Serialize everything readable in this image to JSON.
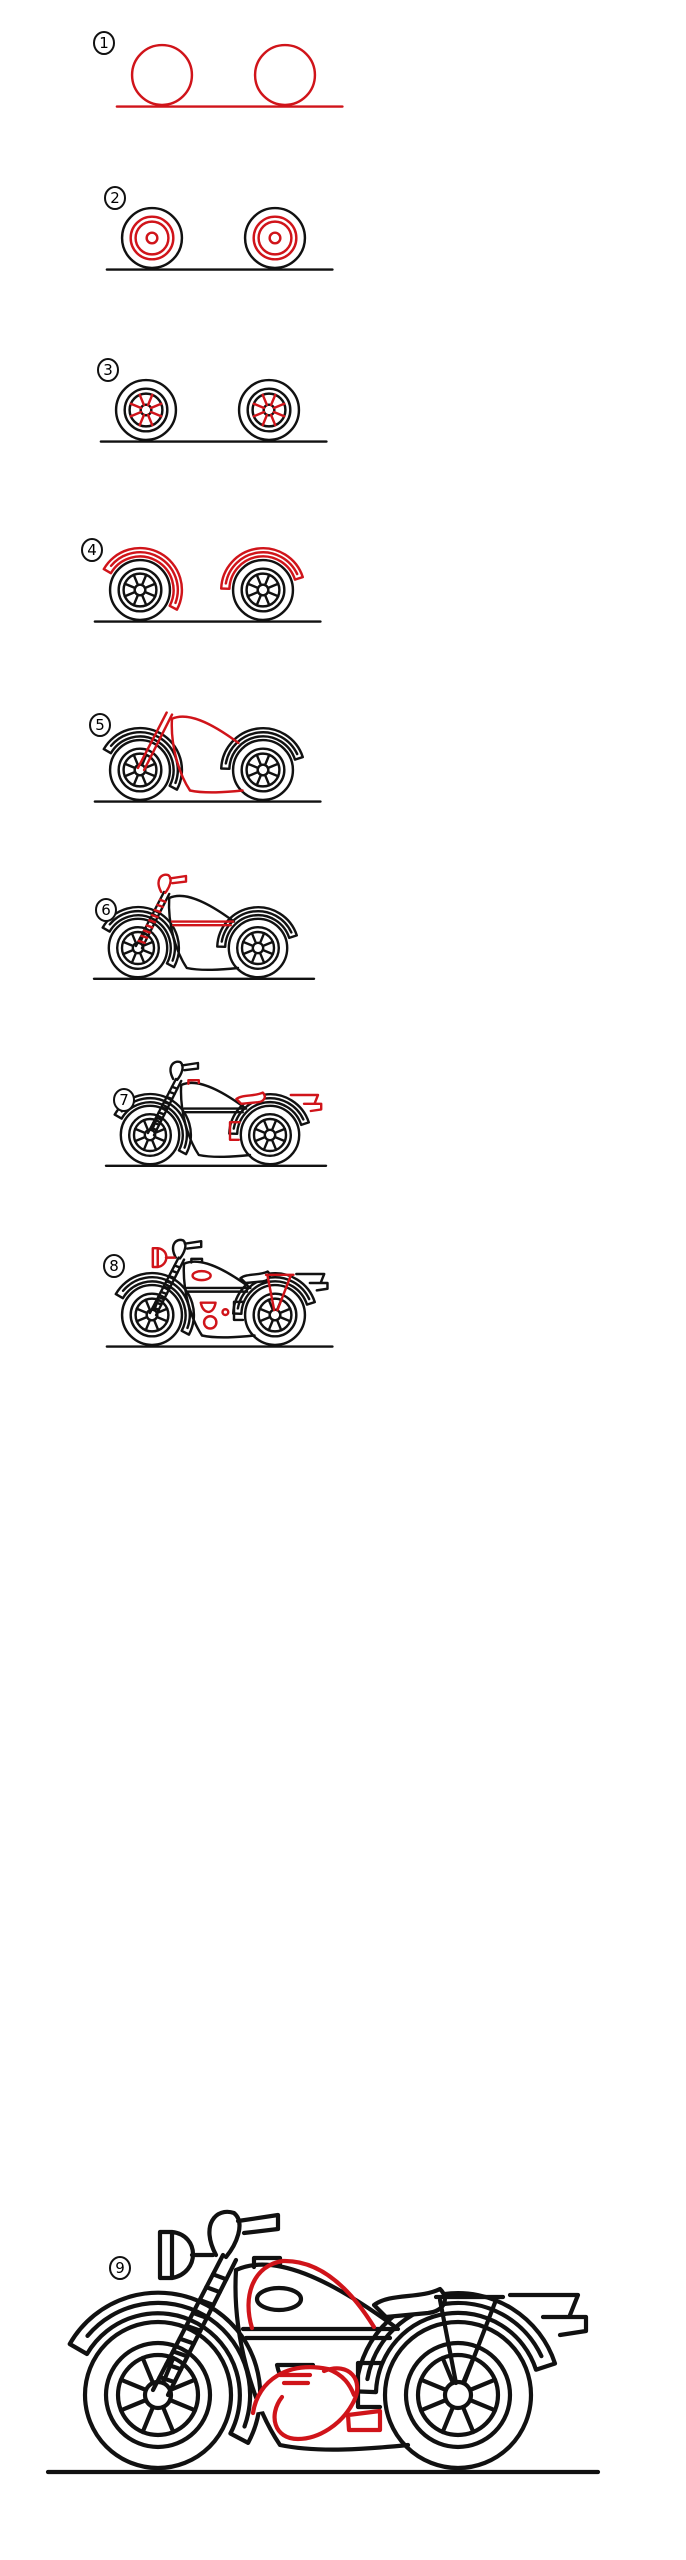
{
  "colors": {
    "line": "#111111",
    "new_part": "#d0141a",
    "background": "#ffffff"
  },
  "steps": [
    {
      "number": "1",
      "new_parts": [
        "ground",
        "tires"
      ]
    },
    {
      "number": "2",
      "new_parts": [
        "wheel-rings"
      ]
    },
    {
      "number": "3",
      "new_parts": [
        "spokes"
      ]
    },
    {
      "number": "4",
      "new_parts": [
        "fenders"
      ]
    },
    {
      "number": "5",
      "new_parts": [
        "fork",
        "body"
      ]
    },
    {
      "number": "6",
      "new_parts": [
        "handlebar",
        "fork-stripes",
        "frame-line"
      ]
    },
    {
      "number": "7",
      "new_parts": [
        "tank-cap",
        "seat",
        "rear-rack",
        "side-box"
      ]
    },
    {
      "number": "8",
      "new_parts": [
        "headlight",
        "engine",
        "rear-struts",
        "tank-oval"
      ]
    },
    {
      "number": "9",
      "new_parts": [
        "tank-stripe",
        "engine-trim"
      ]
    }
  ]
}
